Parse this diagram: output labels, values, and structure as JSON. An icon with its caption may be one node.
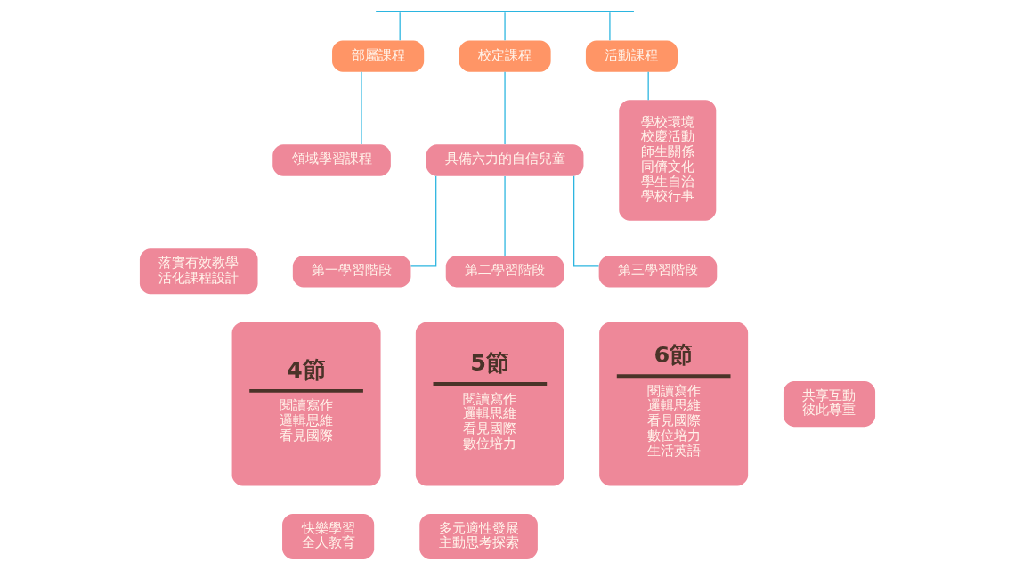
{
  "diagram": {
    "nodes": [
      {
        "text": [],
        "shape": "bar"
      },
      {
        "text": [
          "部屬課程"
        ]
      },
      {
        "text": [
          "校定課程"
        ]
      },
      {
        "text": [
          "活動課程"
        ]
      },
      {
        "text": [
          "領域學習課程"
        ]
      },
      {
        "text": [
          "具備六力的自信兒童"
        ]
      },
      {
        "text": [
          "學校環境",
          "校慶活動",
          "師生關係",
          "同儕文化",
          "學生自治",
          "學校行事"
        ]
      },
      {
        "text": [
          "落實有效教學",
          "活化課程設計"
        ]
      },
      {
        "text": [
          "第一學習階段"
        ]
      },
      {
        "text": [
          "第二學習階段"
        ]
      },
      {
        "text": [
          "第三學習階段"
        ]
      },
      {
        "text": [
          "4節",
          "閱讀寫作",
          "邏輯思維",
          "看見國際"
        ]
      },
      {
        "text": [
          "5節",
          "閱讀寫作",
          "邏輯思維",
          "看見國際",
          "數位培力"
        ]
      },
      {
        "text": [
          "6節",
          "閱讀寫作",
          "邏輯思維",
          "看見國際",
          "數位培力",
          "生活英語"
        ]
      },
      {
        "text": [
          "共享互動",
          "彼此尊重"
        ]
      },
      {
        "text": [
          "快樂學習",
          "全人教育"
        ]
      },
      {
        "text": [
          "多元適性發展",
          "主動思考探索"
        ]
      }
    ],
    "edges": [
      {
        "from": 0,
        "to": 1,
        "arrow": "none"
      },
      {
        "from": 0,
        "to": 2,
        "arrow": "none"
      },
      {
        "from": 0,
        "to": 3,
        "arrow": "none"
      },
      {
        "from": 1,
        "to": 4,
        "arrow": "none"
      },
      {
        "from": 2,
        "to": 5,
        "arrow": "none"
      },
      {
        "from": 3,
        "to": 6,
        "arrow": "none"
      },
      {
        "from": 5,
        "to": 8,
        "arrow": "none"
      },
      {
        "from": 5,
        "to": 9,
        "arrow": "none"
      },
      {
        "from": 5,
        "to": 10,
        "arrow": "none"
      }
    ]
  }
}
